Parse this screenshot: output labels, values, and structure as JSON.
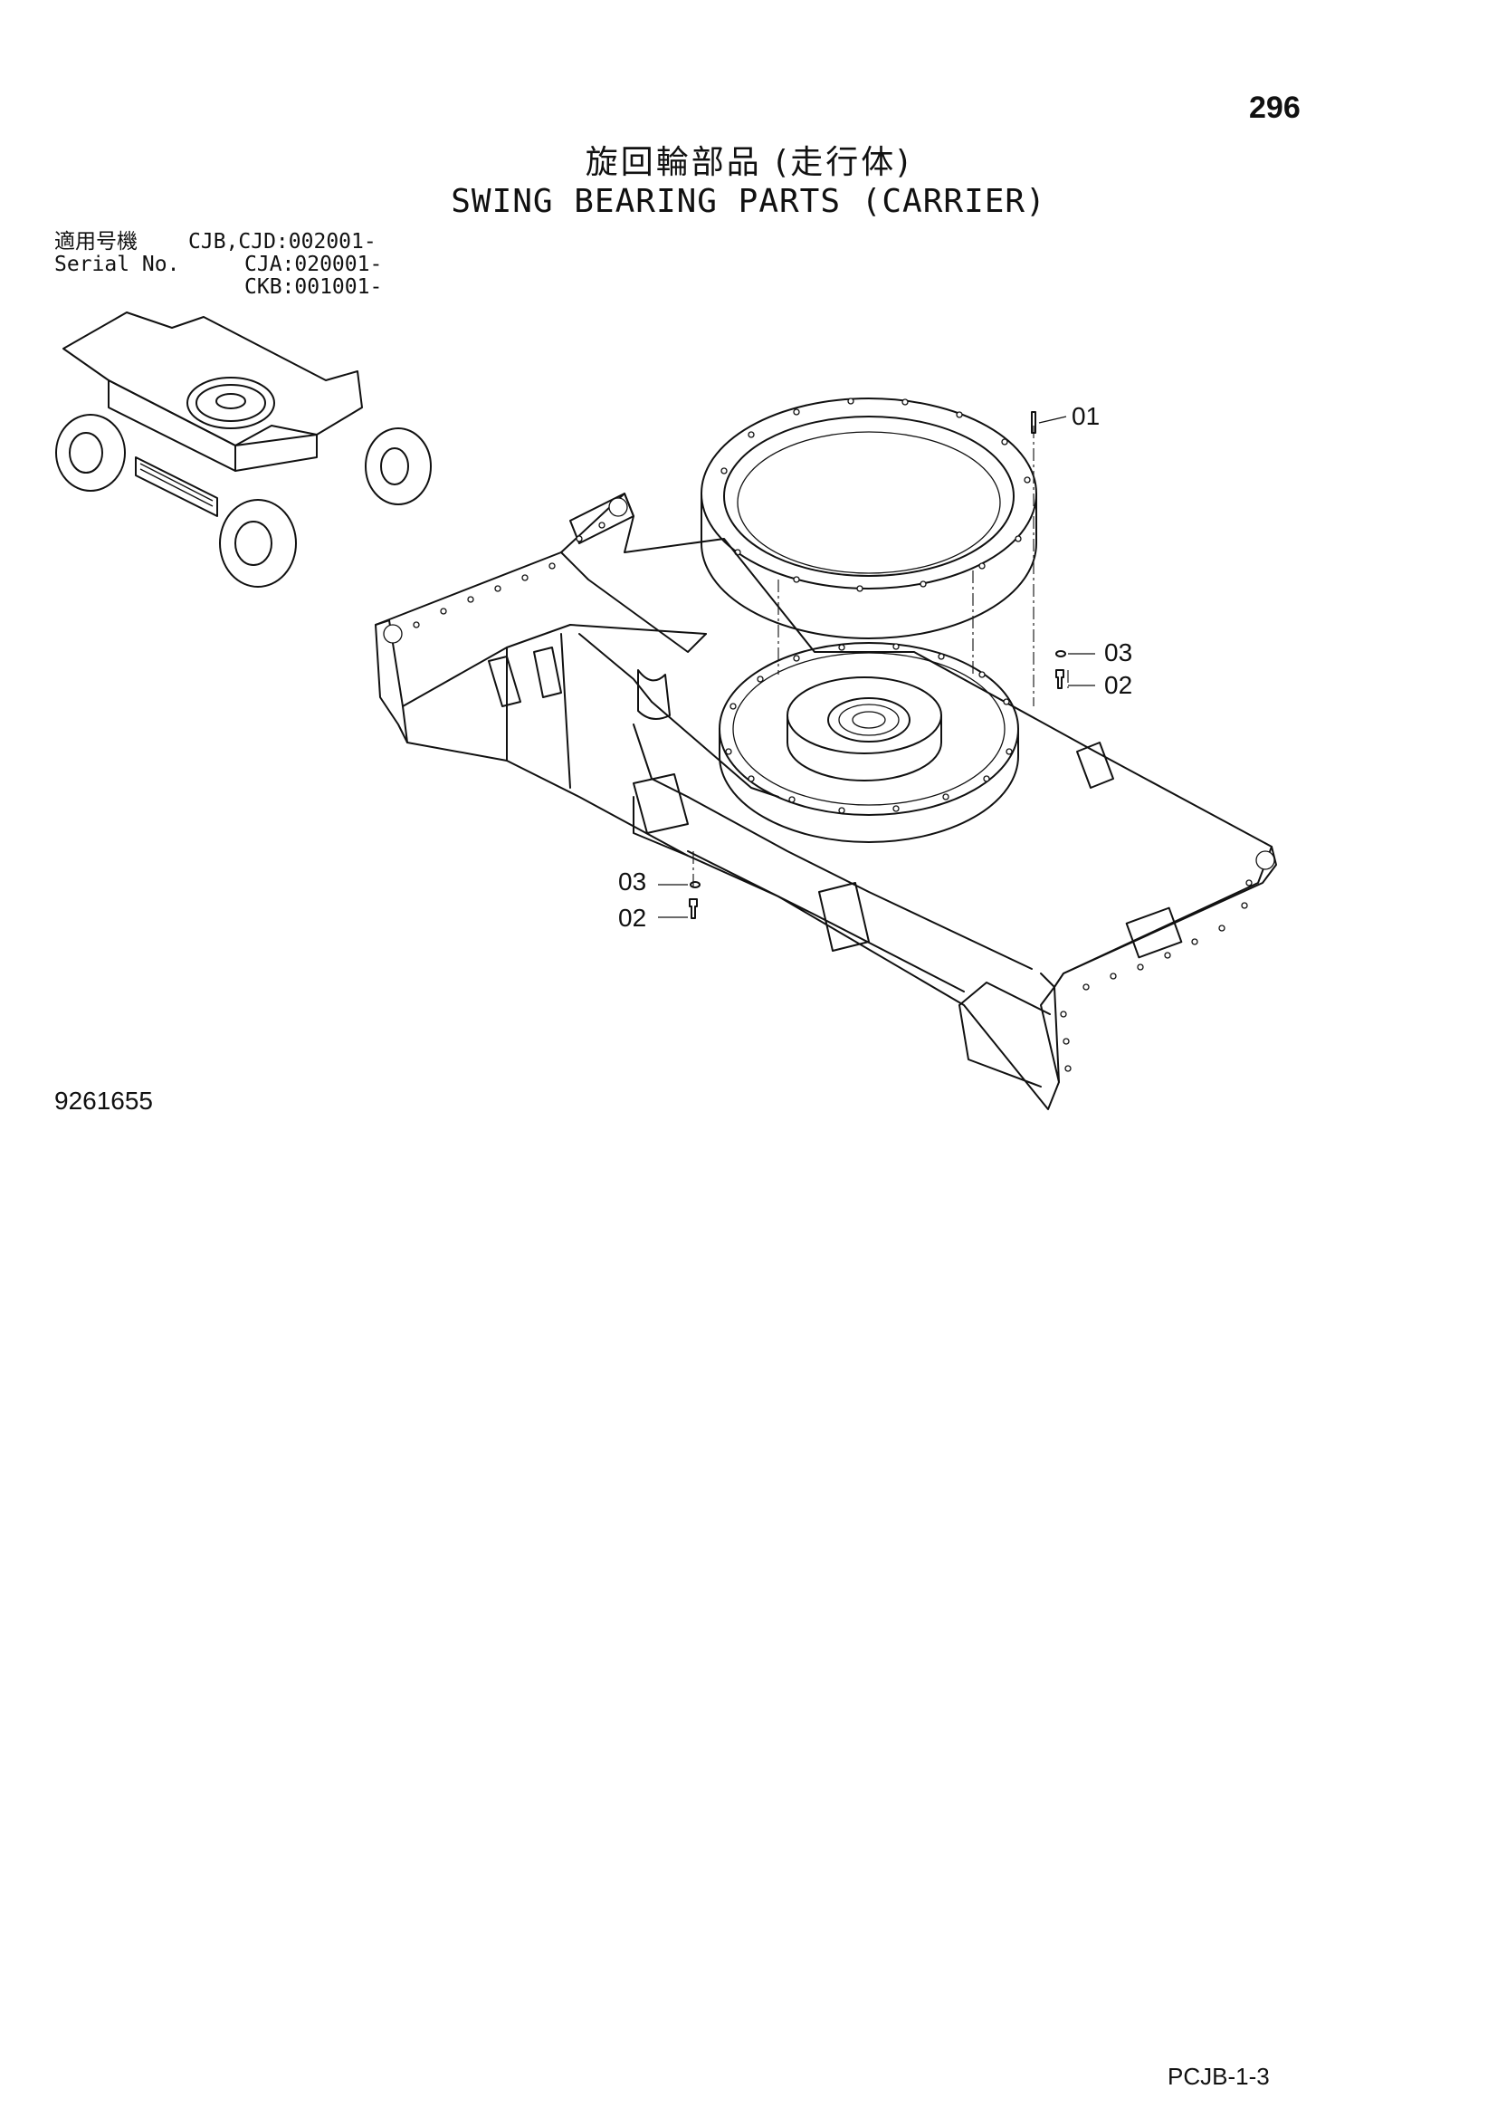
{
  "page": {
    "number": "296",
    "title_jp": "旋回輪部品 (走行体)",
    "title_en": "SWING BEARING PARTS (CARRIER)",
    "drawing_number": "9261655",
    "catalog_code": "PCJB-1-3"
  },
  "serial": {
    "label_jp": "適用号機",
    "label_en": "Serial No.",
    "ranges": [
      "CJB,CJD:002001-",
      "CJA:020001-",
      "CKB:001001-"
    ]
  },
  "callouts": {
    "c01": "01",
    "c03_top": "03",
    "c02_top": "02",
    "c03_bottom": "03",
    "c02_bottom": "02"
  }
}
